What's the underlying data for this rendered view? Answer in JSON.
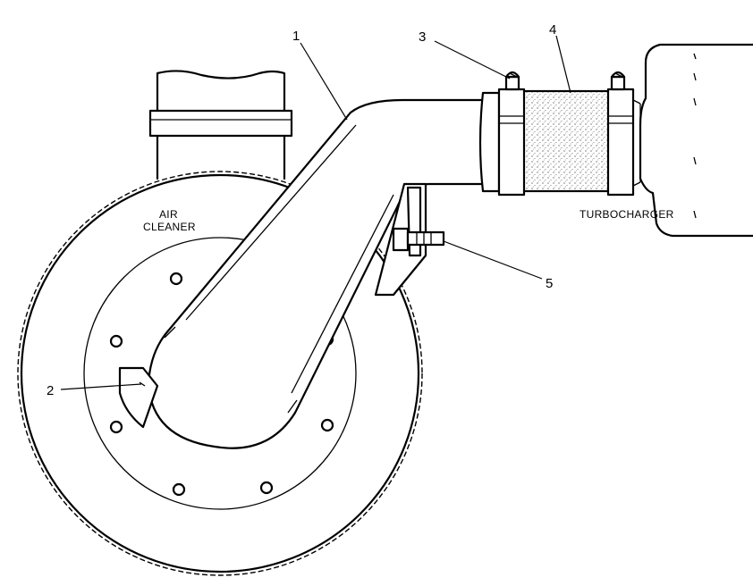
{
  "labels": {
    "air_cleaner_line1": "AIR",
    "air_cleaner_line2": "CLEANER",
    "turbocharger": "TURBOCHARGER"
  },
  "callouts": [
    "1",
    "2",
    "3",
    "4",
    "5"
  ]
}
